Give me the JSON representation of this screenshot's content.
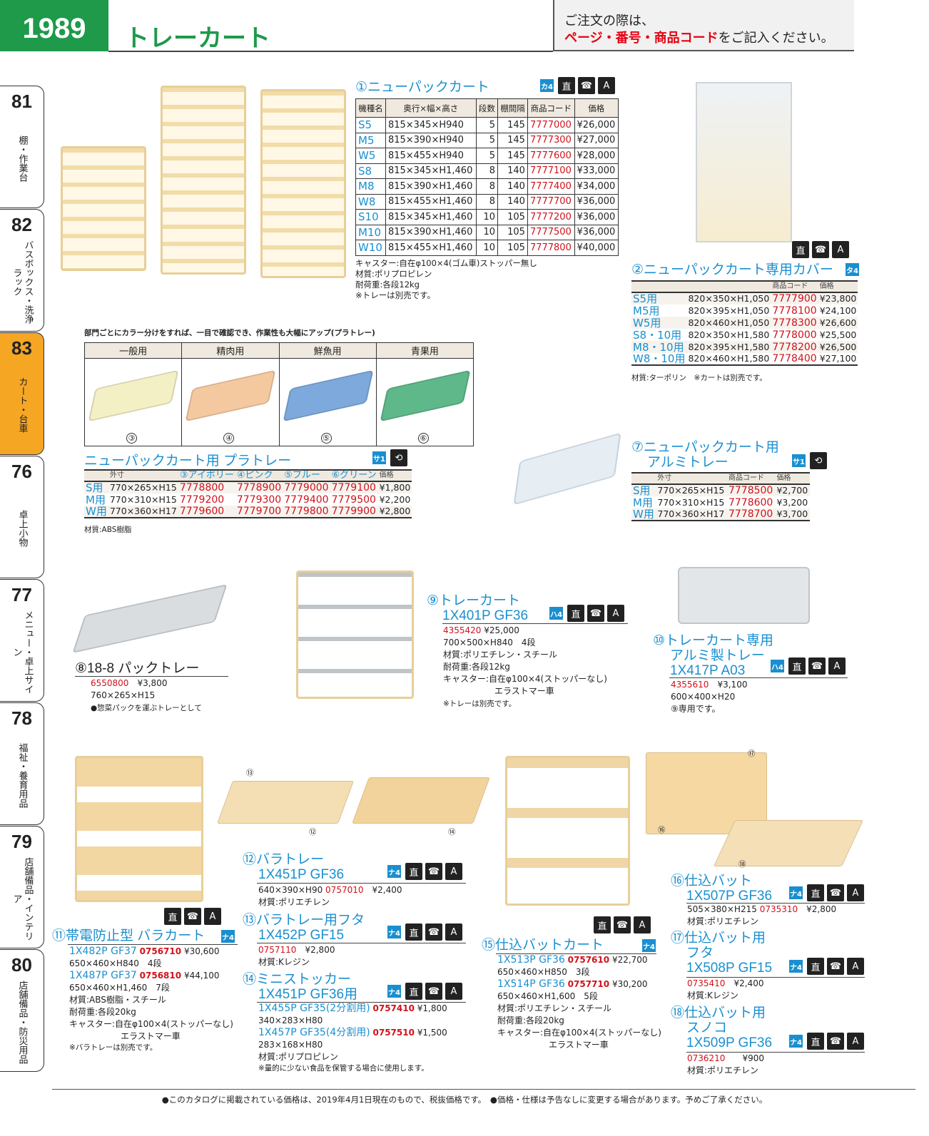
{
  "header": {
    "page_number": "1989",
    "title": "トレーカート",
    "notice_line1": "ご注文の際は、",
    "notice_red": "ページ・番号・商品コード",
    "notice_tail": "をご記入ください。"
  },
  "tabs": [
    {
      "num": "81",
      "label": "棚・作業台"
    },
    {
      "num": "82",
      "label": "バスボックス・洗浄ラック"
    },
    {
      "num": "83",
      "label": "カート・台車"
    },
    {
      "num": "76",
      "label": "卓上小物"
    },
    {
      "num": "77",
      "label": "メニュー・卓上サイン"
    },
    {
      "num": "78",
      "label": "福祉・養育用品"
    },
    {
      "num": "79",
      "label": "店舗備品・インテリア"
    },
    {
      "num": "80",
      "label": "店舗備品・防災用品"
    }
  ],
  "icons": {
    "box": "直",
    "phone": "☎",
    "truck": "A"
  },
  "p1": {
    "title": "①ニューパックカート",
    "badge": "カ4",
    "headers": [
      "機種名",
      "奥行×幅×高さ",
      "段数",
      "棚間隔",
      "商品コード",
      "価格"
    ],
    "rows": [
      [
        "S5",
        "815×345×H940",
        "5",
        "145",
        "7777000",
        "¥26,000"
      ],
      [
        "M5",
        "815×390×H940",
        "5",
        "145",
        "7777300",
        "¥27,000"
      ],
      [
        "W5",
        "815×455×H940",
        "5",
        "145",
        "7777600",
        "¥28,000"
      ],
      [
        "S8",
        "815×345×H1,460",
        "8",
        "140",
        "7777100",
        "¥33,000"
      ],
      [
        "M8",
        "815×390×H1,460",
        "8",
        "140",
        "7777400",
        "¥34,000"
      ],
      [
        "W8",
        "815×455×H1,460",
        "8",
        "140",
        "7777700",
        "¥36,000"
      ],
      [
        "S10",
        "815×345×H1,460",
        "10",
        "105",
        "7777200",
        "¥36,000"
      ],
      [
        "M10",
        "815×390×H1,460",
        "10",
        "105",
        "7777500",
        "¥36,000"
      ],
      [
        "W10",
        "815×455×H1,460",
        "10",
        "105",
        "7777800",
        "¥40,000"
      ]
    ],
    "notes": [
      "キャスター:自在φ100×4(ゴム車)ストッパー無し",
      "材質:ポリプロピレン",
      "耐荷重:各段12kg",
      "※トレーは別売です。"
    ]
  },
  "p2": {
    "title": "②ニューパックカート専用カバー",
    "badge": "タ4",
    "headers": [
      "",
      "",
      "商品コード",
      "価格"
    ],
    "rows": [
      [
        "S5用",
        "820×350×H1,050",
        "7777900",
        "¥23,800"
      ],
      [
        "M5用",
        "820×395×H1,050",
        "7778100",
        "¥24,100"
      ],
      [
        "W5用",
        "820×460×H1,050",
        "7778300",
        "¥26,600"
      ],
      [
        "S8・10用",
        "820×350×H1,580",
        "7778000",
        "¥25,500"
      ],
      [
        "M8・10用",
        "820×395×H1,580",
        "7778200",
        "¥26,500"
      ],
      [
        "W8・10用",
        "820×460×H1,580",
        "7778400",
        "¥27,100"
      ]
    ],
    "note": "材質:ターポリン　※カートは別売です。"
  },
  "colors": {
    "caption": "部門ごとにカラー分けをすれば、一目で確認でき、作業性も大幅にアップ(プラトレー)",
    "columns": [
      {
        "label": "一般用",
        "num": "③",
        "color": "#f4f0c6"
      },
      {
        "label": "精肉用",
        "num": "④",
        "color": "#f5c9a0"
      },
      {
        "label": "鮮魚用",
        "num": "⑤",
        "color": "#7ea9dc"
      },
      {
        "label": "青果用",
        "num": "⑥",
        "color": "#5fb889"
      }
    ]
  },
  "pratray": {
    "title": "ニューパックカート用 プラトレー",
    "badge": "サ1",
    "headers": [
      "",
      "外寸",
      "③アイボリー",
      "④ピンク",
      "⑤ブルー",
      "⑥グリーン",
      "価格"
    ],
    "rows": [
      [
        "S用",
        "770×265×H15",
        "7778800",
        "7778900",
        "7779000",
        "7779100",
        "¥1,800"
      ],
      [
        "M用",
        "770×310×H15",
        "7779200",
        "7779300",
        "7779400",
        "7779500",
        "¥2,200"
      ],
      [
        "W用",
        "770×360×H17",
        "7779600",
        "7779700",
        "7779800",
        "7779900",
        "¥2,800"
      ]
    ],
    "note": "材質:ABS樹脂"
  },
  "p7": {
    "title1": "⑦ニューパックカート用",
    "title2": "アルミトレー",
    "badge": "サ1",
    "headers": [
      "",
      "外寸",
      "商品コード",
      "価格"
    ],
    "rows": [
      [
        "S用",
        "770×265×H15",
        "7778500",
        "¥2,700"
      ],
      [
        "M用",
        "770×310×H15",
        "7778600",
        "¥3,200"
      ],
      [
        "W用",
        "770×360×H17",
        "7778700",
        "¥3,700"
      ]
    ]
  },
  "p8": {
    "title": "⑧18-8 パックトレー",
    "code": "6550800",
    "price": "¥3,800",
    "size": "760×265×H15",
    "note": "●惣菜パックを運ぶトレーとして"
  },
  "p9": {
    "title1": "⑨トレーカート",
    "title2": "1X401P GF36",
    "badge": "ハ4",
    "code": "4355420",
    "price": "¥25,000",
    "lines": [
      "700×500×H840　4段",
      "材質:ポリエチレン・スチール",
      "耐荷重:各段12kg",
      "キャスター:自在φ100×4(ストッパーなし)",
      "　　　　　　エラストマー車",
      "※トレーは別売です。"
    ]
  },
  "p10": {
    "title1": "⑩トレーカート専用",
    "title2": "アルミ製トレー",
    "title3": "1X417P A03",
    "badge": "ハ4",
    "code": "4355610",
    "price": "¥3,100",
    "lines": [
      "600×400×H20",
      "⑨専用です。"
    ]
  },
  "p11": {
    "title": "⑪帯電防止型 バラカート",
    "badge": "ナ4",
    "items": [
      {
        "model": "1X482P GF37",
        "code": "0756710",
        "price": "¥30,600",
        "size": "650×460×H840　4段"
      },
      {
        "model": "1X487P GF37",
        "code": "0756810",
        "price": "¥44,100",
        "size": "650×460×H1,460　7段"
      }
    ],
    "lines": [
      "材質:ABS樹脂・スチール",
      "耐荷重:各段20kg",
      "キャスター:自在φ100×4(ストッパーなし)",
      "　　　　　　エラストマー車",
      "※バラトレーは別売です。"
    ]
  },
  "p12": {
    "title1": "⑫バラトレー",
    "title2": "1X451P GF36",
    "badge": "ナ4",
    "size": "640×390×H90",
    "code": "0757010",
    "price": "¥2,400",
    "note": "材質:ポリエチレン"
  },
  "p13": {
    "title1": "⑬バラトレー用フタ",
    "title2": "1X452P GF15",
    "badge": "ナ4",
    "code": "0757110",
    "price": "¥2,800",
    "note": "材質:Kレジン"
  },
  "p14": {
    "title1": "⑭ミニストッカー",
    "title2": "1X451P GF36用",
    "badge": "ナ4",
    "items": [
      {
        "model": "1X455P GF35(2分割用)",
        "code": "0757410",
        "price": "¥1,800",
        "size": "340×283×H80"
      },
      {
        "model": "1X457P GF35(4分割用)",
        "code": "0757510",
        "price": "¥1,500",
        "size": "283×168×H80"
      }
    ],
    "lines": [
      "材質:ポリプロピレン",
      "※量的に少ない食品を保管する場合に使用します。"
    ]
  },
  "p15": {
    "title": "⑮仕込バットカート",
    "badge": "ナ4",
    "items": [
      {
        "model": "1X513P GF36",
        "code": "0757610",
        "price": "¥22,700",
        "size": "650×460×H850　3段"
      },
      {
        "model": "1X514P GF36",
        "code": "0757710",
        "price": "¥30,200",
        "size": "650×460×H1,600　5段"
      }
    ],
    "lines": [
      "材質:ポリエチレン・スチール",
      "耐荷重:各段20kg",
      "キャスター:自在φ100×4(ストッパーなし)",
      "　　　　　　エラストマー車"
    ]
  },
  "p16": {
    "title1": "⑯仕込バット",
    "title2": "1X507P GF36",
    "badge": "ナ4",
    "size": "505×380×H215",
    "code": "0735310",
    "price": "¥2,800",
    "note": "材質:ポリエチレン"
  },
  "p17": {
    "title1": "⑰仕込バット用",
    "title2": "フタ",
    "title3": "1X508P GF15",
    "badge": "ナ4",
    "code": "0735410",
    "price": "¥2,400",
    "note": "材質:Kレジン"
  },
  "p18": {
    "title1": "⑱仕込バット用",
    "title2": "スノコ",
    "title3": "1X509P GF36",
    "badge": "ナ4",
    "code": "0736210",
    "price": "¥900",
    "note": "材質:ポリエチレン"
  },
  "callouts": {
    "c12": "⑫",
    "c13": "⑬",
    "c14": "⑭",
    "c16": "⑯",
    "c17": "⑰",
    "c18": "⑱"
  },
  "footer": "●このカタログに掲載されている価格は、2019年4月1日現在のもので、税抜価格です。　●価格・仕様は予告なしに変更する場合があります。予めご了承ください。"
}
